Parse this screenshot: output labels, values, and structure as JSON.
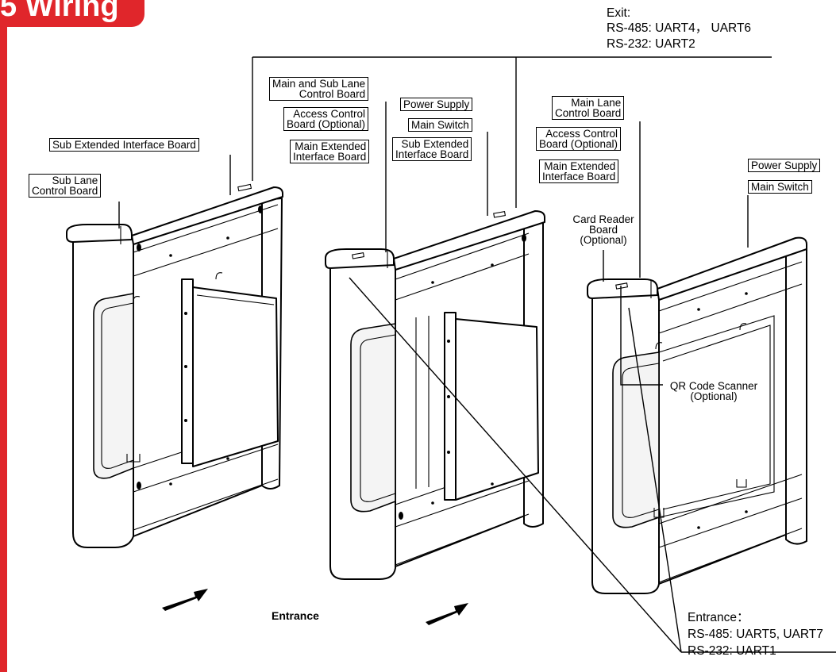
{
  "header": {
    "title": "5 Wiring",
    "accent_color": "#e0262b"
  },
  "exit_ports": {
    "title": "Exit:",
    "rs485": "RS-485: UART4，  UART6",
    "rs232": "RS-232: UART2"
  },
  "entrance_ports": {
    "title": "Entrance：",
    "rs485": "RS-485: UART5, UART7",
    "rs232": "RS-232: UART1"
  },
  "entrance_label": "Entrance",
  "left_unit": {
    "sub_extended_board": "Sub Extended Interface  Board",
    "sub_lane_board": [
      "Sub Lane",
      "Control Board"
    ]
  },
  "middle_unit": {
    "main_sub_lane_board": [
      "Main and Sub Lane",
      "Control Board"
    ],
    "access_control_board": [
      "Access Control",
      "Board (Optional)"
    ],
    "main_extended_board": [
      "Main Extended",
      "Interface  Board"
    ],
    "power_supply": "Power Supply",
    "main_switch": "Main Switch",
    "sub_extended_board": [
      "Sub Extended",
      "Interface  Board"
    ]
  },
  "right_unit": {
    "main_lane_board": [
      "Main Lane",
      "Control Board"
    ],
    "access_control_board": [
      "Access Control",
      "Board (Optional)"
    ],
    "main_extended_board": [
      "Main Extended",
      "Interface  Board"
    ],
    "power_supply": "Power Supply",
    "main_switch": "Main Switch",
    "card_reader_board": [
      "Card Reader",
      "Board",
      "(Optional)"
    ],
    "qr_scanner": [
      "QR Code Scanner",
      "(Optional)"
    ]
  }
}
